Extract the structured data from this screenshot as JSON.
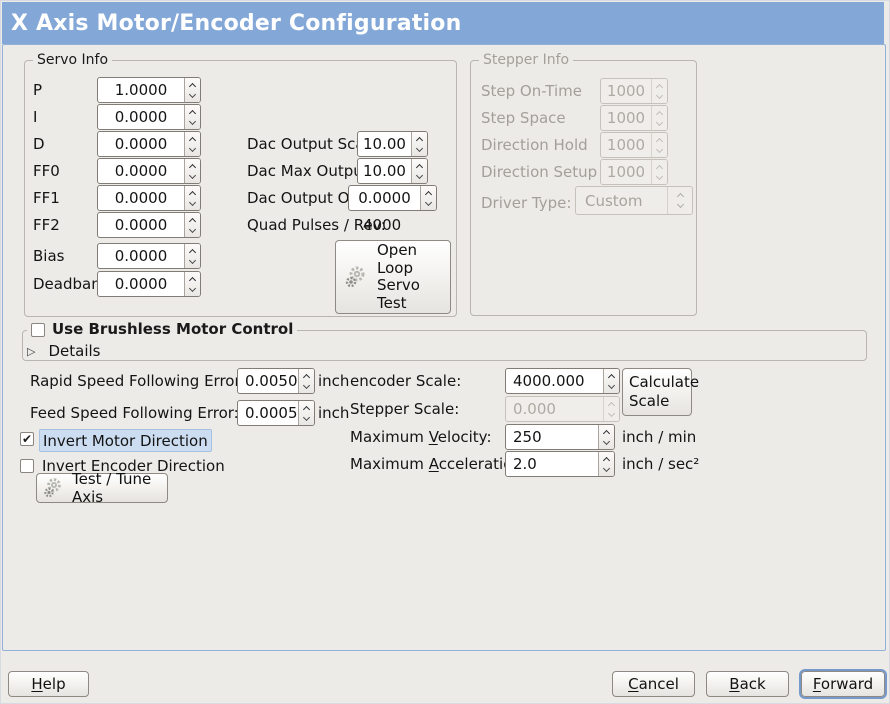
{
  "window": {
    "title": "X Axis Motor/Encoder Configuration"
  },
  "icons": {
    "expander": "▷",
    "check": "✔"
  },
  "colors": {
    "titlebar": "#83a8d8",
    "content_border": "#93b1d8",
    "selection_highlight": "#cdddf1"
  },
  "servo": {
    "legend": "Servo Info",
    "rows": [
      {
        "label": "P",
        "value": "1.0000"
      },
      {
        "label": "I",
        "value": "0.0000"
      },
      {
        "label": "D",
        "value": "0.0000"
      },
      {
        "label": "FF0",
        "value": "0.0000"
      },
      {
        "label": "FF1",
        "value": "0.0000"
      },
      {
        "label": "FF2",
        "value": "0.0000"
      },
      {
        "label": "Bias",
        "value": "0.0000"
      },
      {
        "label": "Deadband",
        "value": "0.0000"
      }
    ],
    "dac_output_scale": {
      "label": "Dac Output Scale:",
      "value": "10.00"
    },
    "dac_max_output": {
      "label": "Dac Max Output:",
      "value": "10.00"
    },
    "dac_output_offset": {
      "label": "Dac Output Offset:",
      "value": "0.0000"
    },
    "quad_pulses": {
      "label": "Quad Pulses / Rev:",
      "value": "4000"
    },
    "open_loop_button": "Open Loop Servo Test"
  },
  "stepper": {
    "legend": "Stepper Info",
    "enabled": false,
    "rows": [
      {
        "label": "Step On-Time",
        "value": "1000"
      },
      {
        "label": "Step Space",
        "value": "1000"
      },
      {
        "label": "Direction Hold",
        "value": "1000"
      },
      {
        "label": "Direction Setup",
        "value": "1000"
      }
    ],
    "driver_type": {
      "label": "Driver Type:",
      "value": "Custom"
    }
  },
  "brushless": {
    "checkbox_label": "Use Brushless Motor Control",
    "checked": false,
    "details_label": "Details",
    "expanded": false
  },
  "following_error": {
    "rapid": {
      "label": "Rapid Speed Following Error:",
      "value": "0.0050",
      "unit": "inch"
    },
    "feed": {
      "label": "Feed Speed Following Error:",
      "value": "0.0005",
      "unit": "inch"
    }
  },
  "direction": {
    "invert_motor": {
      "label": "Invert Motor Direction",
      "checked": true
    },
    "invert_encoder": {
      "label": "Invert Encoder Direction",
      "checked": false
    }
  },
  "test_tune_button": "Test / Tune Axis",
  "scales": {
    "encoder_scale": {
      "label": "encoder Scale:",
      "value": "4000.000"
    },
    "calculate_button": "Calculate Scale",
    "stepper_scale": {
      "label": "Stepper Scale:",
      "value": "0.000",
      "enabled": false
    },
    "max_velocity": {
      "label_pre": "Maximum ",
      "label_mn": "V",
      "label_post": "elocity:",
      "value": "250",
      "unit": "inch / min"
    },
    "max_acceleration": {
      "label_pre": "Maximum ",
      "label_mn": "A",
      "label_post": "cceleration:",
      "value": "2.0",
      "unit": "inch / sec²"
    }
  },
  "footer": {
    "help": {
      "mn": "H",
      "rest": "elp"
    },
    "cancel": {
      "mn": "C",
      "rest": "ancel"
    },
    "back": {
      "mn": "B",
      "rest": "ack"
    },
    "forward": {
      "mn": "F",
      "rest": "orward"
    }
  }
}
